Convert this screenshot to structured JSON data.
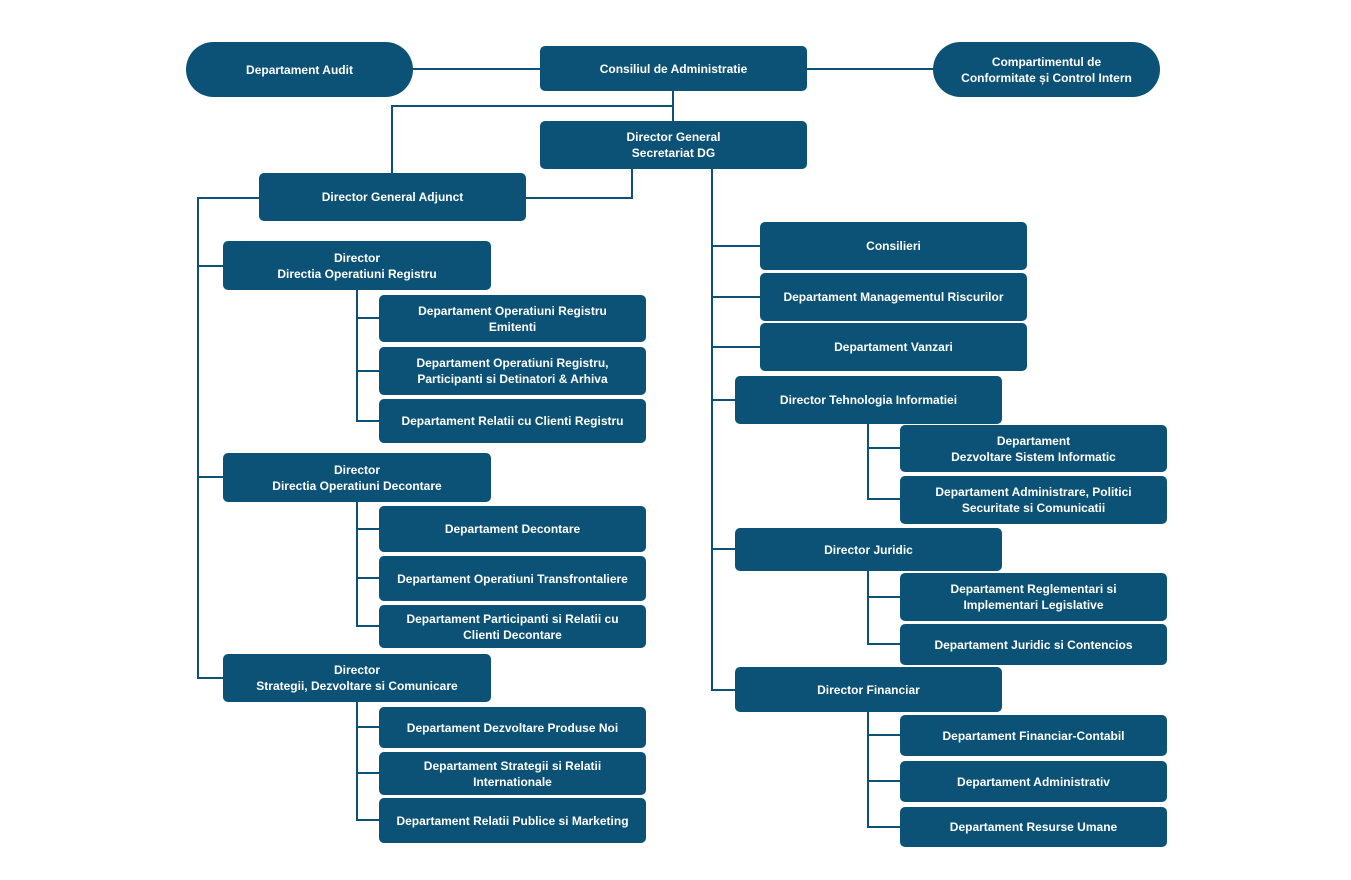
{
  "colors": {
    "box": "#0b5276",
    "line": "#0b5276",
    "text": "#ffffff"
  },
  "nodes": {
    "audit": "Departament Audit",
    "board": "Consiliul de Administratie",
    "compliance": "Compartimentul de\nConformitate și Control Intern",
    "dg": "Director General\nSecretariat DG",
    "dga": "Director General Adjunct",
    "dor": "Director\nDirectia Operatiuni Registru",
    "dor_emitenti": "Departament Operatiuni Registru\nEmitenti",
    "dor_participanti": "Departament Operatiuni Registru,\nParticipanti si Detinatori & Arhiva",
    "dor_relatii": "Departament Relatii cu Clienti Registru",
    "dod": "Director\nDirectia Operatiuni Decontare",
    "dod_decontare": "Departament Decontare",
    "dod_transfrontaliere": "Departament Operatiuni Transfrontaliere",
    "dod_participanti": "Departament Participanti si Relatii cu\nClienti Decontare",
    "dsdc": "Director\nStrategii, Dezvoltare si Comunicare",
    "dsdc_produse": "Departament Dezvoltare Produse  Noi",
    "dsdc_strategii": "Departament Strategii si Relatii\nInternationale",
    "dsdc_marketing": "Departament Relatii Publice si Marketing",
    "consilieri": "Consilieri",
    "riscuri": "Departament Managementul Riscurilor",
    "vanzari": "Departament Vanzari",
    "dti": "Director Tehnologia Informatiei",
    "dti_dezvoltare": "Departament\nDezvoltare Sistem Informatic",
    "dti_administrare": "Departament Administrare, Politici\nSecuritate si Comunicatii",
    "dj": "Director Juridic",
    "dj_reglementari": "Departament Reglementari si\nImplementari Legislative",
    "dj_contencios": "Departament Juridic si Contencios",
    "df": "Director Financiar",
    "df_contabil": "Departament Financiar-Contabil",
    "df_administrativ": "Departament Administrativ",
    "df_resurse": "Departament Resurse Umane"
  }
}
